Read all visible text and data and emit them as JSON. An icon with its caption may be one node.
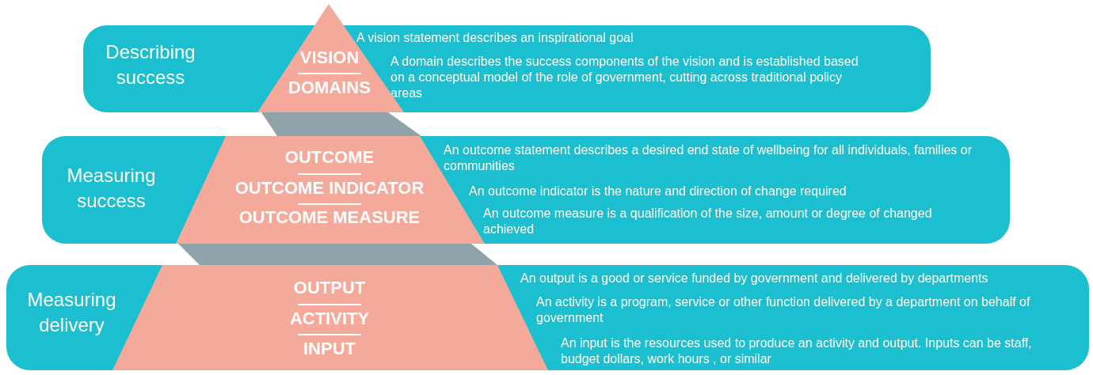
{
  "diagram": {
    "nodes": [
      {
        "text": [
          "Describing success",
          "A vision statement describes an inspirational goal",
          "A domain describes the success components of the vision and is established based on a conceptual model of the role of government, cutting across traditional policy areas"
        ]
      },
      {
        "text": [
          "VISION",
          "DOMAINS"
        ]
      },
      {
        "text": [],
        "shape": "box"
      },
      {
        "text": [
          "Measuring success",
          "An outcome statement describes a desired end state of wellbeing for all individuals, families or communities",
          "An outcome indicator is the nature and direction of change required",
          "An outcome measure is a qualification of the size, amount or degree of changed achieved"
        ]
      },
      {
        "text": [
          "OUTCOME",
          "OUTCOME INDICATOR",
          "OUTCOME MEASURE"
        ],
        "in": 3
      },
      {
        "text": [],
        "shape": "box"
      },
      {
        "text": [
          "Measuring delivery",
          "An output is a good or service funded by government and delivered by departments",
          "An activity is a program, service or other function delivered by a department on behalf of government",
          "An input is the resources used to produce an activity and output. Inputs can be staff, budget dollars, work hours , or similar"
        ]
      },
      {
        "text": [
          "OUTPUT",
          "ACTIVITY",
          "INPUT"
        ],
        "in": 6
      }
    ]
  }
}
